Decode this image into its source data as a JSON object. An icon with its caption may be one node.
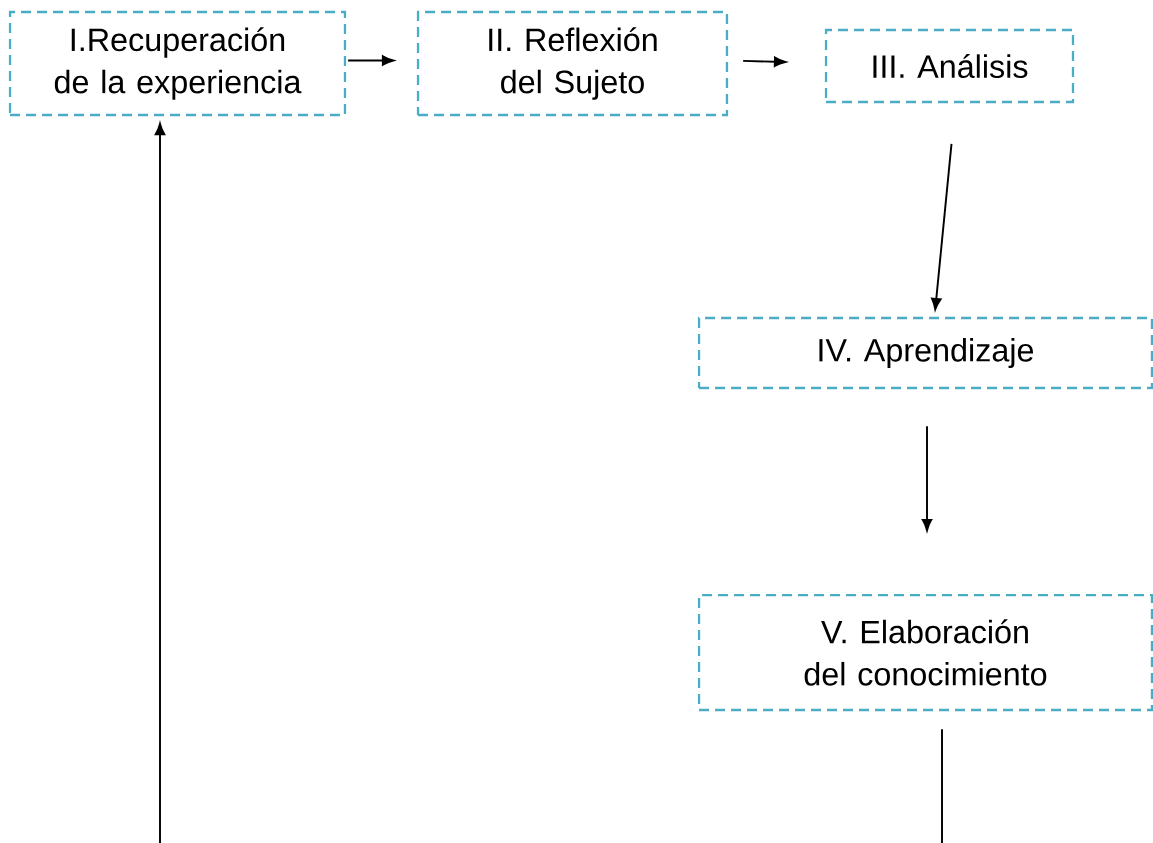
{
  "diagram": {
    "nodes": [
      {
        "text": [
          "I.Recuperación de la experiencia"
        ]
      },
      {
        "text": [
          "II. Reflexión del Sujeto"
        ]
      },
      {
        "text": [
          "III. Análisis"
        ]
      },
      {
        "text": [
          "IV. Aprendizaje"
        ]
      },
      {
        "text": [
          "V. Elaboración del conocimiento"
        ]
      }
    ],
    "edges": [
      {
        "from": 0,
        "to": 1,
        "arrow": "to"
      },
      {
        "from": 1,
        "to": 2,
        "arrow": "to"
      },
      {
        "from": 2,
        "to": 3,
        "arrow": "to"
      },
      {
        "from": 3,
        "to": 4,
        "arrow": "to"
      },
      {
        "from": 4,
        "to": null,
        "arrow": "none"
      },
      {
        "from": null,
        "to": 0,
        "arrow": "to"
      }
    ]
  }
}
